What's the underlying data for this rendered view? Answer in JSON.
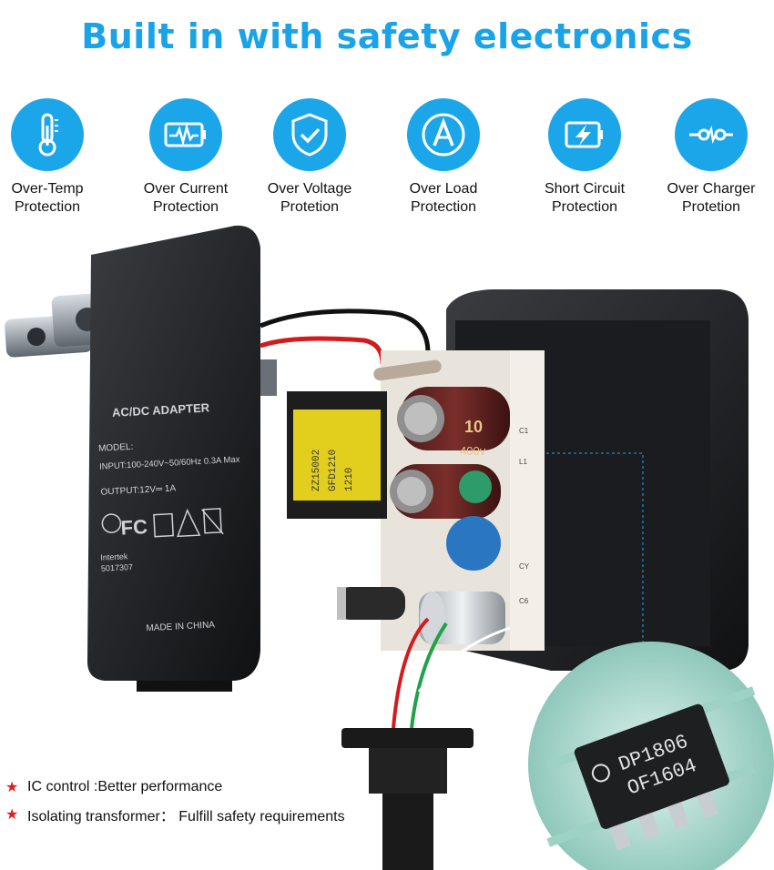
{
  "headline": "Built in with safety electronics",
  "features": [
    {
      "icon": "thermometer-icon",
      "line1": "Over-Temp",
      "line2": "Protection"
    },
    {
      "icon": "battery-pulse-icon",
      "line1": "Over Current",
      "line2": "Protection"
    },
    {
      "icon": "shield-check-icon",
      "line1": "Over Voltage",
      "line2": "Protetion"
    },
    {
      "icon": "ampere-icon",
      "line1": "Over Load",
      "line2": "Protection"
    },
    {
      "icon": "battery-bolt-icon",
      "line1": "Short Circuit",
      "line2": "Protection"
    },
    {
      "icon": "plug-connector-icon",
      "line1": "Over Charger",
      "line2": "Protetion"
    }
  ],
  "adapter_label": {
    "title": "AC/DC ADAPTER",
    "model": "MODEL:",
    "input": "INPUT:100-240V~50/60Hz 0.3A Max",
    "output": "OUTPUT:12V═ 1A",
    "cert": "Intertek",
    "cert_no": "5017307",
    "fc": "FC",
    "made_in": "MADE IN CHINA"
  },
  "pcb": {
    "transformer_text1": "ZZ15002",
    "transformer_text2": "GFD1210",
    "transformer_text3": "1210",
    "cap_text1": "10",
    "cap_text2": "400v",
    "chip_line1": "DP1806",
    "chip_line2": "OF1604"
  },
  "bullets": [
    "IC control :Better performance",
    "Isolating transformer： Fulfill safety requirements"
  ],
  "colors": {
    "accent": "#1ca6ea",
    "headline": "#1aa3e8",
    "star": "#e02020"
  }
}
